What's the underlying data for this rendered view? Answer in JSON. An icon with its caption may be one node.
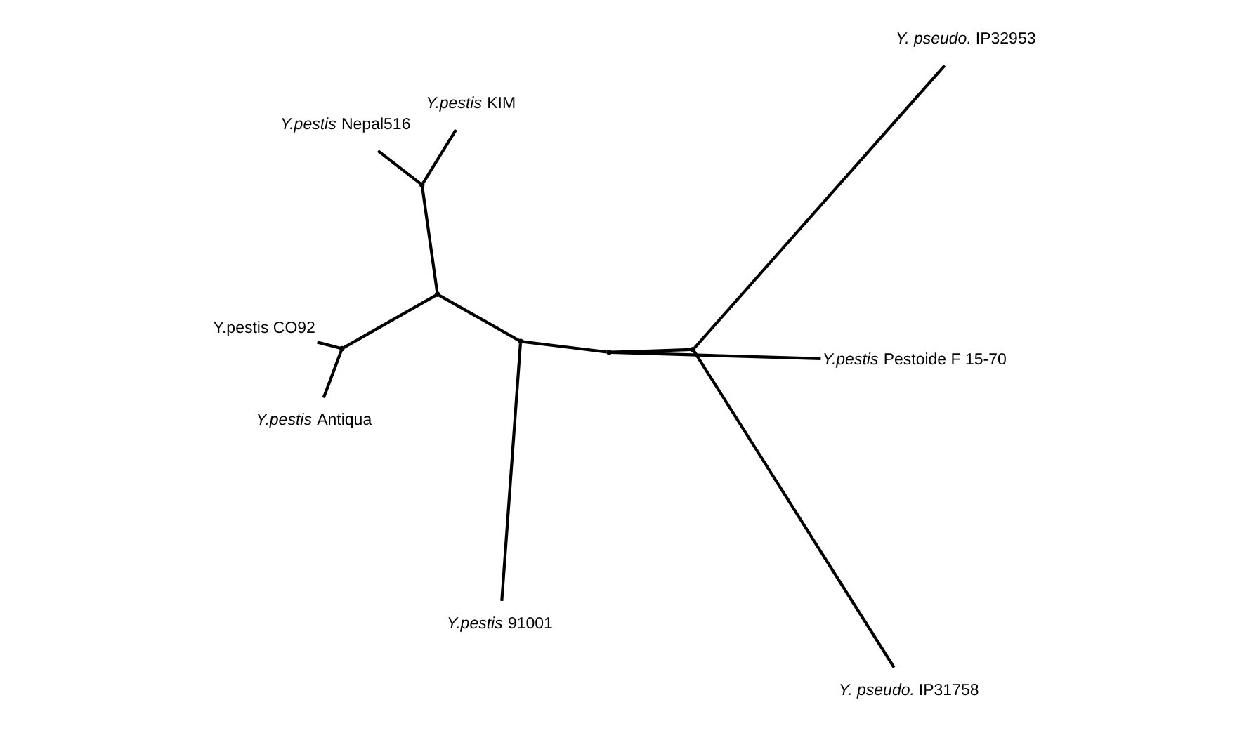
{
  "diagram": {
    "nodes": [
      {
        "text": [
          "Y.pestis CO92"
        ]
      },
      {
        "text": [
          "*Y.pestis* Antiqua"
        ]
      },
      {
        "text": [
          "*Y. pseudo.* IP31758"
        ]
      },
      {
        "text": [
          "*Y.pestis* Nepal516"
        ]
      },
      {
        "text": [
          "*Y.pestis* KIM"
        ]
      },
      {
        "text": [
          "*Y. pseudo.* IP32953"
        ]
      },
      {
        "text": [
          "*Y.pestis* 91001"
        ]
      },
      {
        "text": [
          "*Y.pestis* Pestoide F 15-70"
        ]
      },
      {
        "text": [],
        "shape": "point"
      },
      {
        "text": [],
        "shape": "point"
      },
      {
        "text": [],
        "shape": "point"
      },
      {
        "text": [],
        "shape": "point"
      },
      {
        "text": [],
        "shape": "point"
      },
      {
        "text": [],
        "shape": "point"
      }
    ],
    "edges": [
      {
        "from": 8,
        "to": 0,
        "arrow": "none"
      },
      {
        "from": 8,
        "to": 1,
        "arrow": "none"
      },
      {
        "from": 8,
        "to": 10,
        "arrow": "none"
      },
      {
        "from": 9,
        "to": 3,
        "arrow": "none"
      },
      {
        "from": 9,
        "to": 4,
        "arrow": "none"
      },
      {
        "from": 9,
        "to": 10,
        "arrow": "none"
      },
      {
        "from": 10,
        "to": 11,
        "arrow": "none"
      },
      {
        "from": 11,
        "to": 6,
        "arrow": "none"
      },
      {
        "from": 11,
        "to": 12,
        "arrow": "none"
      },
      {
        "from": 12,
        "to": 7,
        "arrow": "none"
      },
      {
        "from": 12,
        "to": 13,
        "arrow": "none"
      },
      {
        "from": 13,
        "to": 2,
        "arrow": "none"
      },
      {
        "from": 13,
        "to": 5,
        "arrow": "none"
      }
    ]
  }
}
